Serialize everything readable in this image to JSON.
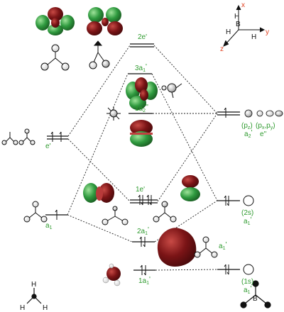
{
  "colors": {
    "label_green": "#2e9a2e",
    "axis_red": "#e0401f",
    "lobe_red": "#7b1416",
    "lobe_green": "#2f9a3f",
    "line": "#111111"
  },
  "axes": {
    "x": "x",
    "y": "y",
    "z": "z"
  },
  "bh3_atoms": {
    "boron": "B",
    "hydrogen": "H"
  },
  "left_column": {
    "e_prime": "e'",
    "a1_prime": "a",
    "a1_sub": "1"
  },
  "center_levels": {
    "two_e_prime": "2e'",
    "three_a1_prime": "3a",
    "three_a1_sub": "1",
    "one_a2_dprime": "1a",
    "one_a2_sub": "2",
    "one_e_prime": "1e'",
    "two_a1_prime": "2a",
    "two_a1_sub": "1",
    "one_a1_prime": "1a",
    "one_a1_sub": "1"
  },
  "right_column": {
    "pz": "(p",
    "pz_sub": "z",
    "pxpy_open": "(p",
    "px_sub": "x",
    "pxpy_comma": ",p",
    "py_sub": "y",
    "a2_prime": "a",
    "a2_sub": "2",
    "e_dprime": "e''",
    "two_s": "(2s)",
    "a1_prime_2s": "a",
    "a1_sub_2s": "1",
    "one_s": "(1s)",
    "a1_prime_1s": "a",
    "a1_sub_1s": "1"
  },
  "boron_label": "B",
  "ref_label_a1": "a",
  "ref_label_a1_sub": "1"
}
